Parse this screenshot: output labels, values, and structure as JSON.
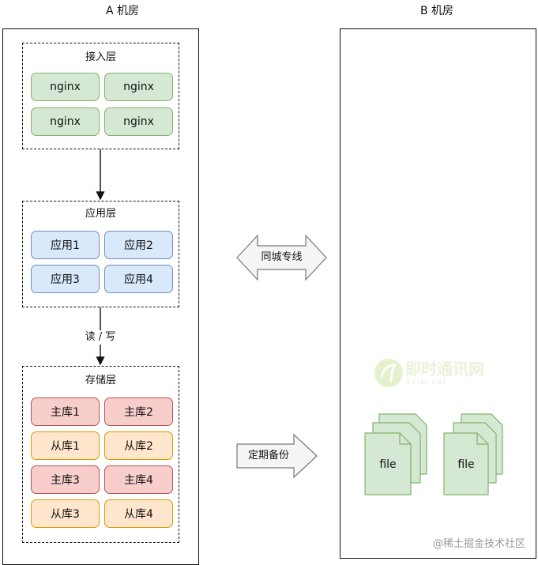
{
  "rooms": {
    "a_title": "A 机房",
    "b_title": "B 机房"
  },
  "layers": {
    "access": {
      "title": "接入层",
      "nodes": [
        "nginx",
        "nginx",
        "nginx",
        "nginx"
      ]
    },
    "application": {
      "title": "应用层",
      "nodes": [
        "应用1",
        "应用2",
        "应用3",
        "应用4"
      ]
    },
    "storage": {
      "title": "存储层",
      "nodes": [
        "主库1",
        "主库2",
        "从库1",
        "从库2",
        "主库3",
        "主库4",
        "从库3",
        "从库4"
      ]
    }
  },
  "connections": {
    "read_write": "读 / 写",
    "dedicated_line": "同城专线",
    "backup": "定期备份"
  },
  "files": [
    "file",
    "file"
  ],
  "watermark": "@稀土掘金技术社区",
  "logo": {
    "main": "即时通讯网",
    "sub": "52im.net"
  },
  "colors": {
    "green_fill": "#d5e8d4",
    "green_stroke": "#82b366",
    "blue_fill": "#dae8fc",
    "blue_stroke": "#6c8ebf",
    "red_fill": "#f8cecc",
    "red_stroke": "#b85450",
    "yellow_fill": "#ffe6cc",
    "yellow_stroke": "#d79b00",
    "arrow_fill": "#f5f5f5"
  }
}
